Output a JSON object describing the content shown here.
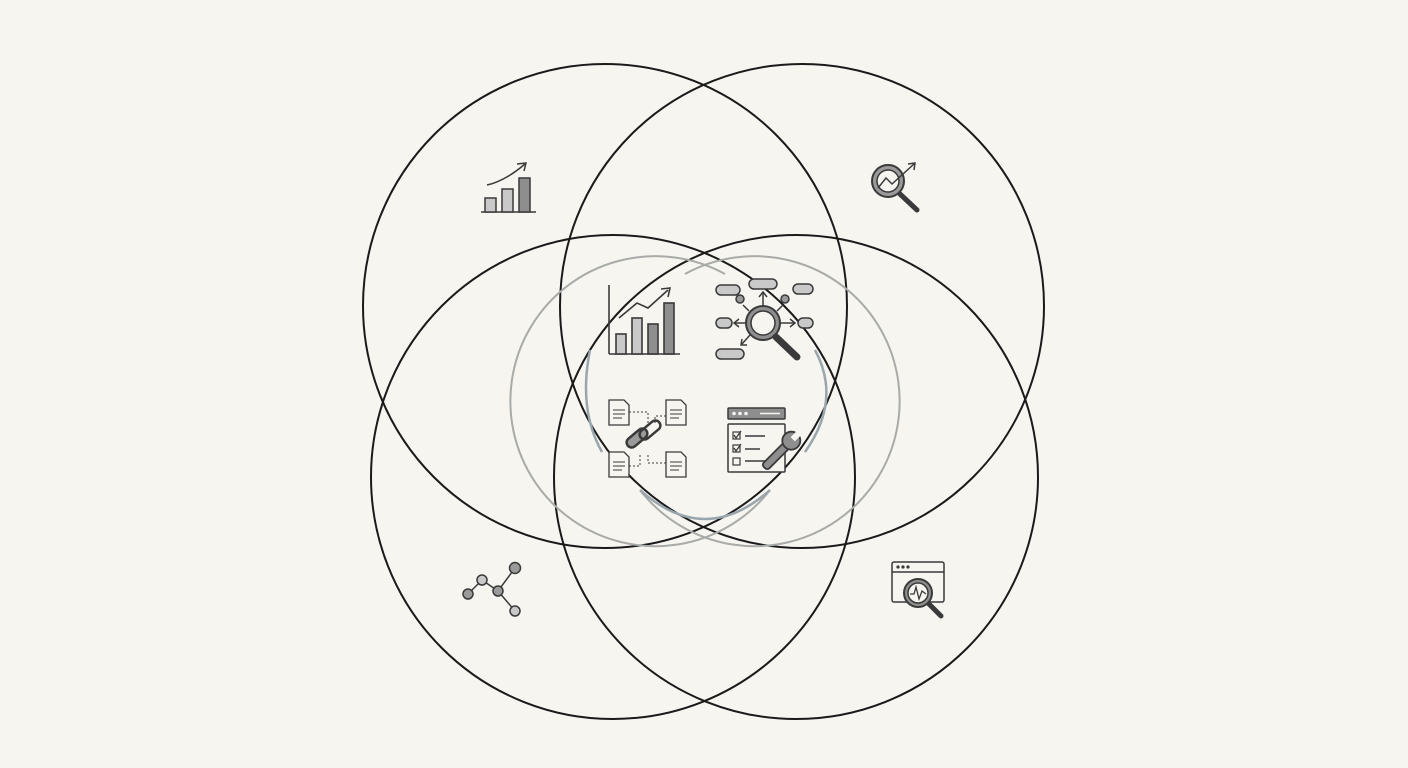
{
  "diagram": {
    "type": "four-set venn diagram with icons",
    "colors": {
      "background": "#f6f5f0",
      "ring": "#1a1a1a",
      "inner_ring": "#a9aba8",
      "inner_arc_accent": "#9aa6ad",
      "icon_stroke": "#3a3a3a",
      "icon_fill": "#8e8e8e",
      "icon_fill_light": "#c9c9c9"
    },
    "sets": [
      {
        "id": "top-left",
        "icon": "bar-chart-growth-icon"
      },
      {
        "id": "top-right",
        "icon": "trend-magnifier-icon"
      },
      {
        "id": "bottom-left",
        "icon": "node-graph-icon"
      },
      {
        "id": "bottom-right",
        "icon": "browser-monitor-search-icon"
      }
    ],
    "center_icons": [
      "analytics-chart-icon",
      "keyword-research-icon",
      "linked-documents-icon",
      "checklist-wrench-icon"
    ]
  }
}
